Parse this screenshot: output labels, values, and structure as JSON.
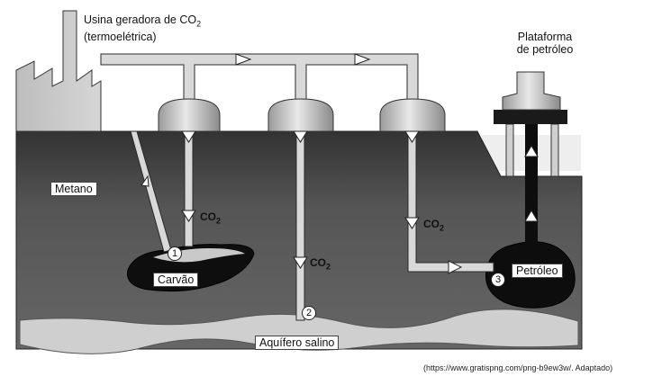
{
  "plant": {
    "line1_prefix": "Usina geradora de CO",
    "line1_sub": "2",
    "line2": "(termoelétrica)"
  },
  "platform": {
    "line1": "Plataforma",
    "line2": "de petróleo"
  },
  "labels": {
    "methane": "Metano",
    "coal": "Carvão",
    "aquifer": "Aquífero salino",
    "oil": "Petróleo"
  },
  "co2": {
    "text": "CO",
    "sub": "2"
  },
  "sites": {
    "one": "1",
    "two": "2",
    "three": "3"
  },
  "source": "(https://www.gratispng.com/png-b9ew3w/. Adaptado)",
  "colors": {
    "ground": "#5a5a5a",
    "ground_top": "#3c3c3c",
    "pipe": "#d9d9d9",
    "outline": "#2a2a2a",
    "oil": "#0d0d0d"
  }
}
